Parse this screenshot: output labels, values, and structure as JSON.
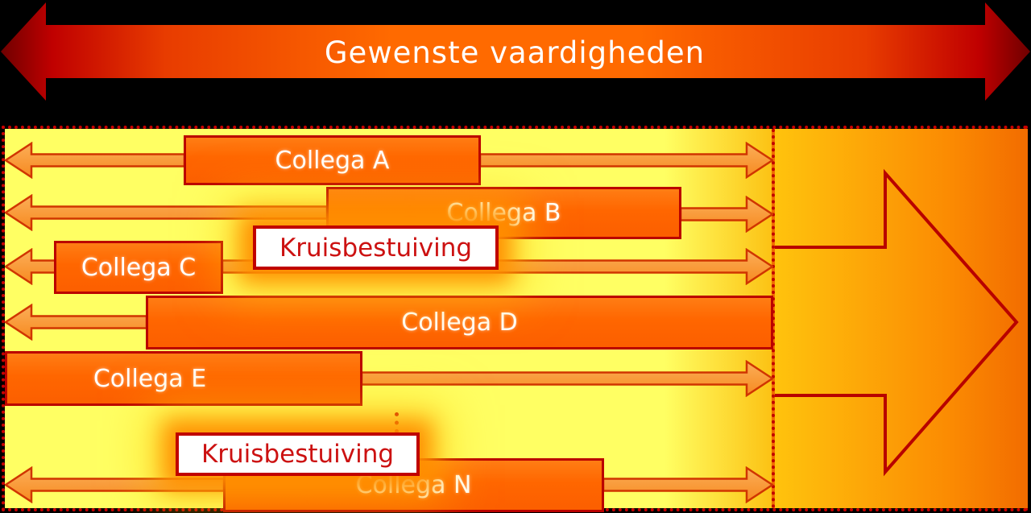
{
  "banner": {
    "title": "Gewenste vaardigheden"
  },
  "diagram": {
    "rows": [
      {
        "id": "A",
        "label": "Collega A"
      },
      {
        "id": "B",
        "label": "Collega B"
      },
      {
        "id": "C",
        "label": "Collega C"
      },
      {
        "id": "D",
        "label": "Collega D"
      },
      {
        "id": "E",
        "label": "Collega E"
      },
      {
        "id": "N",
        "label": "Collega N"
      }
    ],
    "cross_labels": [
      {
        "label": "Kruisbestuiving"
      },
      {
        "label": "Kruisbestuiving"
      }
    ]
  },
  "colors": {
    "background": "#000000",
    "banner_arrow_center": "#ff6a00",
    "banner_arrow_edge": "#6f0000",
    "panel_yellow": "#ffff63",
    "panel_orange_right": "#fb8a02",
    "bar_fill": "#ff6600",
    "bar_border": "#bb0000",
    "small_arrow_fill": "#f9993f",
    "small_arrow_stroke": "#d03500",
    "big_arrow_outline": "#b80000",
    "cross_label_text": "#cc1111",
    "dotted_border": "#cc0000",
    "label_text": "#ffffff"
  }
}
